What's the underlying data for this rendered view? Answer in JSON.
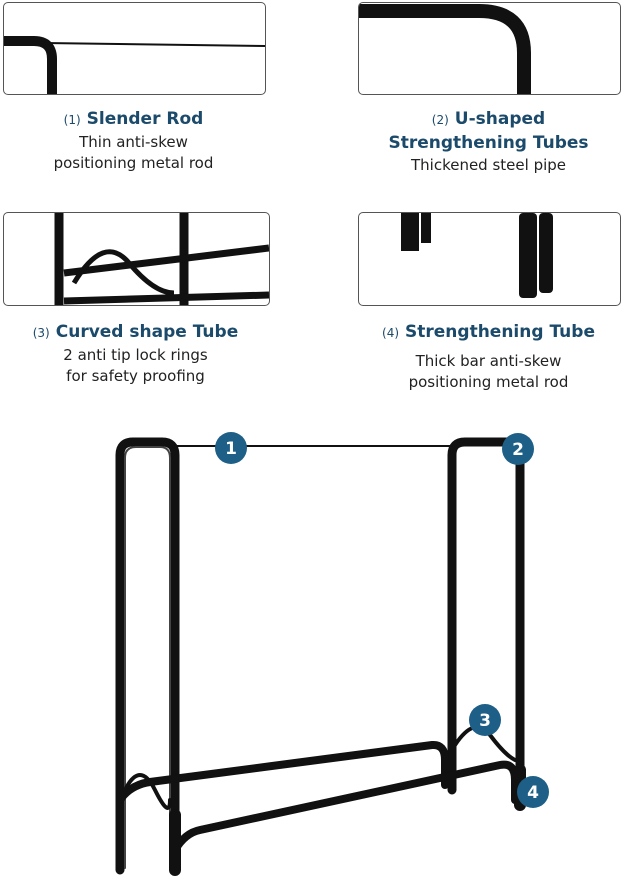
{
  "features": [
    {
      "number": "(1)",
      "title": "Slender Rod",
      "description": [
        "Thin anti-skew",
        "positioning metal rod"
      ]
    },
    {
      "number": "(2)",
      "title": [
        "U-shaped",
        "Strengthening Tubes"
      ],
      "description": [
        "Thickened steel pipe"
      ]
    },
    {
      "number": "(3)",
      "title": "Curved shape Tube",
      "description": [
        "2 anti tip lock rings",
        "for safety proofing"
      ]
    },
    {
      "number": "(4)",
      "title": "Strengthening Tube",
      "description": [
        "Thick bar anti-skew",
        "positioning metal rod"
      ]
    }
  ],
  "badges": [
    "1",
    "2",
    "3",
    "4"
  ],
  "colors": {
    "heading": "#1b4a6b",
    "badge": "#1d5f86",
    "frame": "#111111"
  }
}
